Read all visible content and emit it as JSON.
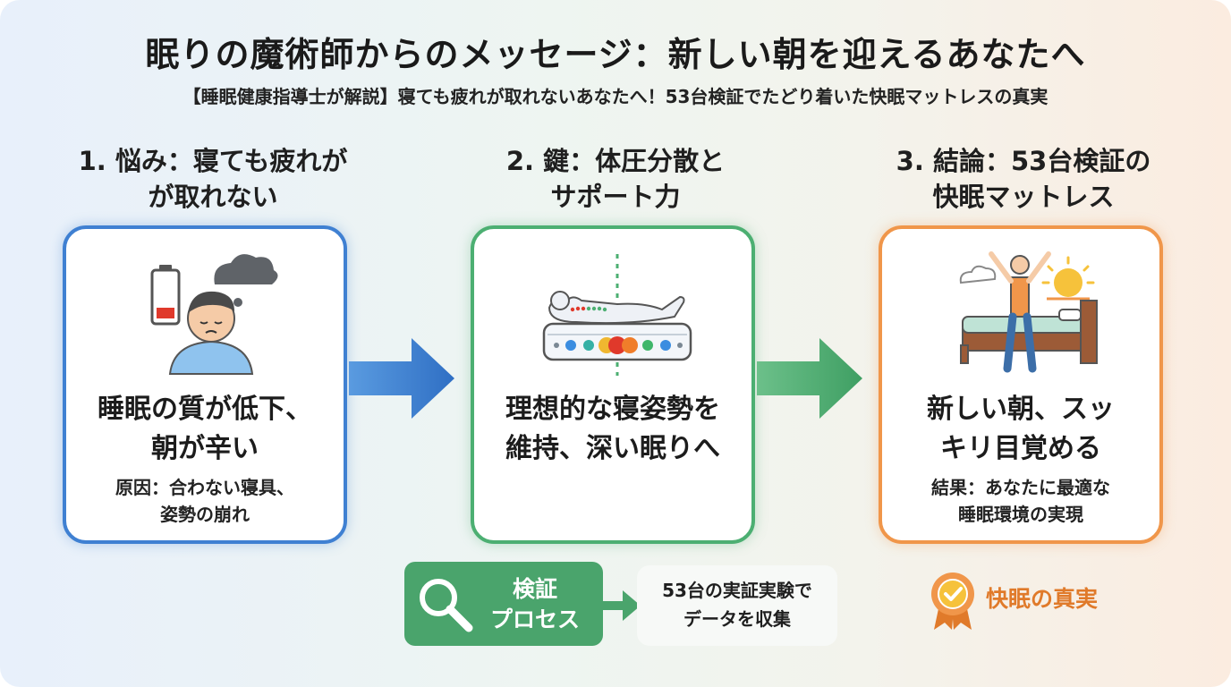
{
  "header": {
    "title": "眠りの魔術師からのメッセージ：新しい朝を迎えるあなたへ",
    "subtitle": "【睡眠健康指導士が解説】寝ても疲れが取れないあなたへ！53台検証でたどり着いた快眠マットレスの真実"
  },
  "steps": [
    {
      "head_line1": "1. 悩み：寝ても疲れが",
      "head_line2": "が取れない",
      "main_line1": "睡眠の質が低下、",
      "main_line2": "朝が辛い",
      "sub_line1": "原因：合わない寝具、",
      "sub_line2": "姿勢の崩れ",
      "icon": "tired-person-icon",
      "color": "#3f80d2"
    },
    {
      "head_line1": "2. 鍵：体圧分散と",
      "head_line2": "サポート力",
      "main_line1": "理想的な寝姿勢を",
      "main_line2": "維持、深い眠りへ",
      "icon": "mattress-pressure-icon",
      "color": "#4caf72"
    },
    {
      "head_line1": "3. 結論：53台検証の",
      "head_line2": "快眠マットレス",
      "main_line1": "新しい朝、スッ",
      "main_line2": "キリ目覚める",
      "sub_line1": "結果：あなたに最適な",
      "sub_line2": "睡眠環境の実現",
      "icon": "morning-stretch-icon",
      "color": "#f0964a"
    }
  ],
  "verification": {
    "label_line1": "検証",
    "label_line2": "プロセス",
    "note_line1": "53台の実証実験で",
    "note_line2": "データを収集",
    "icon": "magnifier-icon"
  },
  "truth": {
    "label": "快眠の真実",
    "icon": "award-medal-icon"
  }
}
